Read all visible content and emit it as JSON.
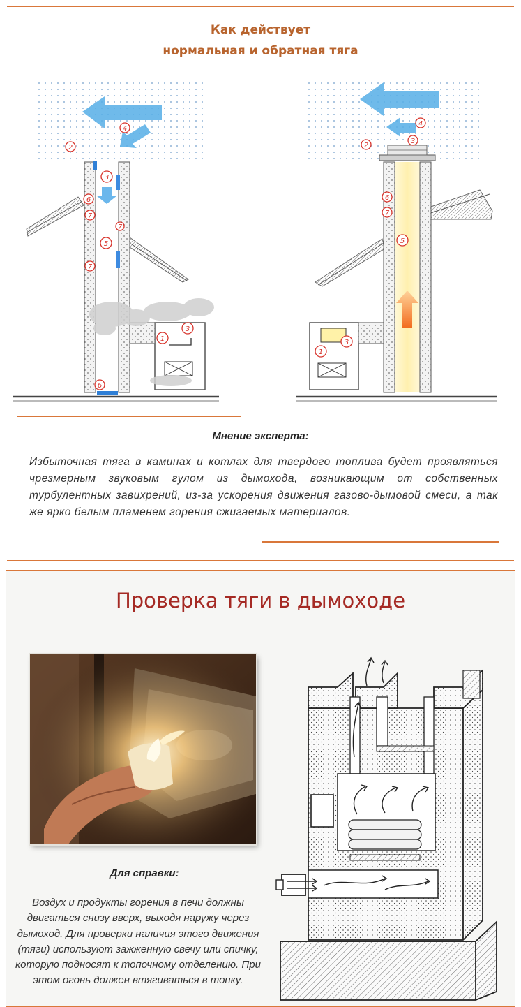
{
  "infographic": {
    "title_line1": "Как действует",
    "title_line2": "нормальная и обратная тяга",
    "callouts": {
      "c1": "1",
      "c2": "2",
      "c3": "3",
      "c4": "4",
      "c5": "5",
      "c6": "6",
      "c7": "7"
    },
    "colors": {
      "accent_line": "#d9773a",
      "title": "#b8642e",
      "callout": "#d8342c",
      "airflow": "#56aee6",
      "draft_arrow": "#f08a30",
      "flue_glow": "#fff3b8"
    }
  },
  "expert": {
    "heading": "Мнение эксперта:",
    "text": "Избыточная тяга в каминах и котлах для твердого топлива будет проявляться чрезмерным звуковым гулом из дымохода, возникающим от собственных турбулентных завихрений, из-за ускорения движения газово-дымовой смеси, а так же ярко белым пламенем горения сжигаемых материалов."
  },
  "check": {
    "title": "Проверка тяги в дымоходе",
    "ref_heading": "Для справки:",
    "ref_text": "Воздух и продукты горения в печи должны двигаться снизу вверх, выходя наружу через дымоход. Для проверки наличия этого движения (тяги) используют зажженную свечу или спичку, которую подносят к топочному отделению. При этом огонь должен втягиваться в топку.",
    "colors": {
      "title": "#a52a24",
      "section_bg": "#f6f6f4"
    }
  }
}
